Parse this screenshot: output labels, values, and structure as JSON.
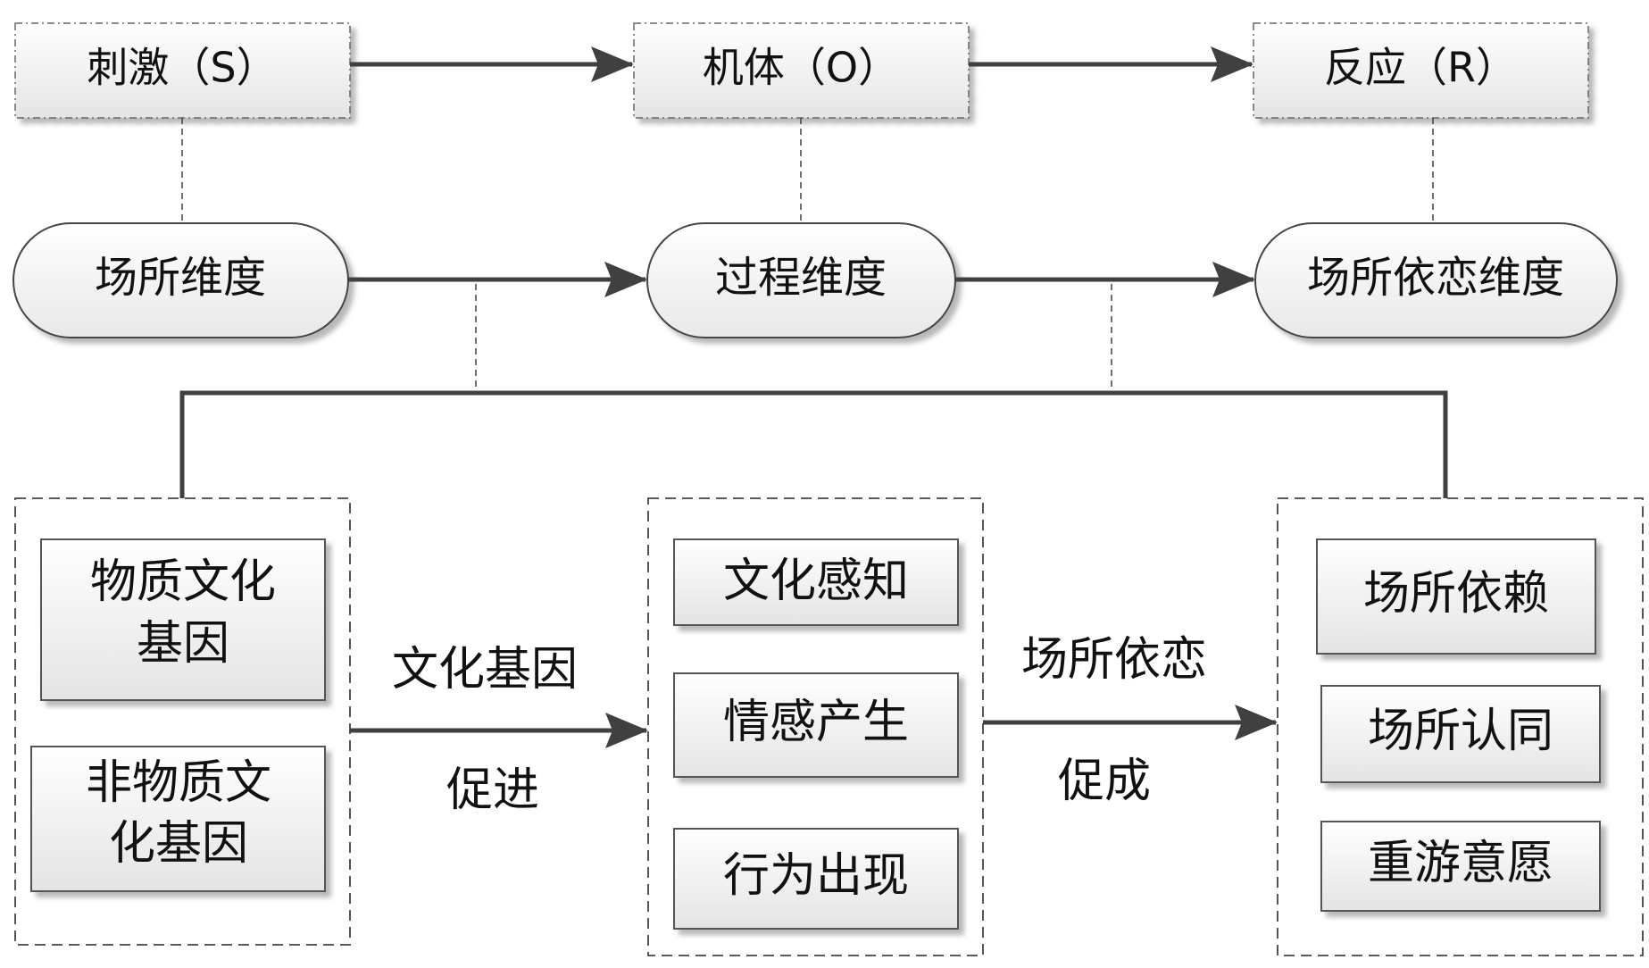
{
  "diagram": {
    "top_row": {
      "stimulus": "刺激（S）",
      "organism": "机体（O）",
      "response": "反应（R）"
    },
    "middle_row": {
      "place_dimension": "场所维度",
      "process_dimension": "过程维度",
      "attachment_dimension": "场所依恋维度"
    },
    "left_group": {
      "material_gene": [
        "物质文化",
        "基因"
      ],
      "nonmaterial_gene": [
        "非物质文",
        "化基因"
      ]
    },
    "middle_group": {
      "perception": "文化感知",
      "emotion": "情感产生",
      "behavior": "行为出现"
    },
    "right_group": {
      "dependence": "场所依赖",
      "identity": "场所认同",
      "revisit": "重游意愿"
    },
    "edge_labels": {
      "gene_promote_top": "文化基因",
      "gene_promote_bottom": "促进",
      "attachment_achieve_top": "场所依恋",
      "attachment_achieve_bottom": "促成"
    }
  },
  "colors": {
    "line": "#404040",
    "box_stroke": "#555555",
    "shadow": "#bfbfbf",
    "fill_top": "#ffffff",
    "fill_bottom": "#e6e6e6"
  }
}
